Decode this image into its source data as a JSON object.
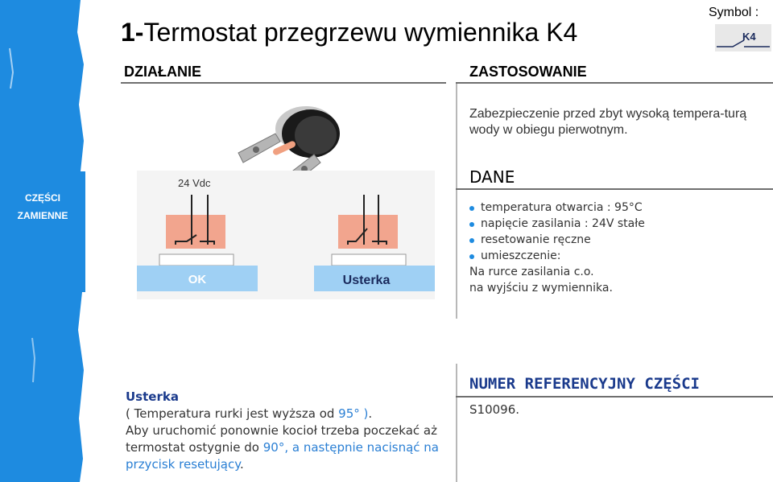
{
  "header": {
    "title_number": "1-",
    "title_text": "Termostat przegrzewu wymiennika K4",
    "symbol_label": "Symbol :",
    "symbol_code": "K4"
  },
  "sidebar": {
    "tab_line1": "CZĘŚCI",
    "tab_line2": "ZAMIENNE"
  },
  "sections": {
    "dzialanie": "DZIAŁANIE",
    "zastosowanie": "ZASTOSOWANIE",
    "dane": "DANE"
  },
  "zastosowanie_text": "Zabezpieczenie przed zbyt wysoką tempera-turą wody w obiegu pierwotnym.",
  "diagram": {
    "voltage": "24 Vdc",
    "ok_label": "OK",
    "fault_label": "Usterka"
  },
  "dane": {
    "items": [
      "temperatura otwarcia : 95°C",
      "napięcie zasilania : 24V stałe",
      "resetowanie ręczne",
      "umieszczenie:"
    ],
    "extra_lines": [
      "Na rurce zasilania c.o.",
      "na wyjściu z wymiennika."
    ]
  },
  "fault": {
    "heading": "Usterka",
    "line1_a": "( Temperatura rurki jest wyższa od ",
    "line1_b": "95° )",
    "line1_c": ".",
    "line2": "Aby uruchomić ponownie kocioł trzeba poczekać aż",
    "line3_a": "termostat ostygnie do ",
    "line3_b": "90°, a następnie nacisnąć na",
    "line4_a": "przycisk resetujący",
    "line4_b": "."
  },
  "reference": {
    "title": "NUMER REFERENCYJNY CZĘŚCI",
    "value": "S10096."
  },
  "colors": {
    "accent_blue": "#1e8be0",
    "panel_pink": "#f2a58e",
    "panel_blue": "#9fd0f4"
  }
}
